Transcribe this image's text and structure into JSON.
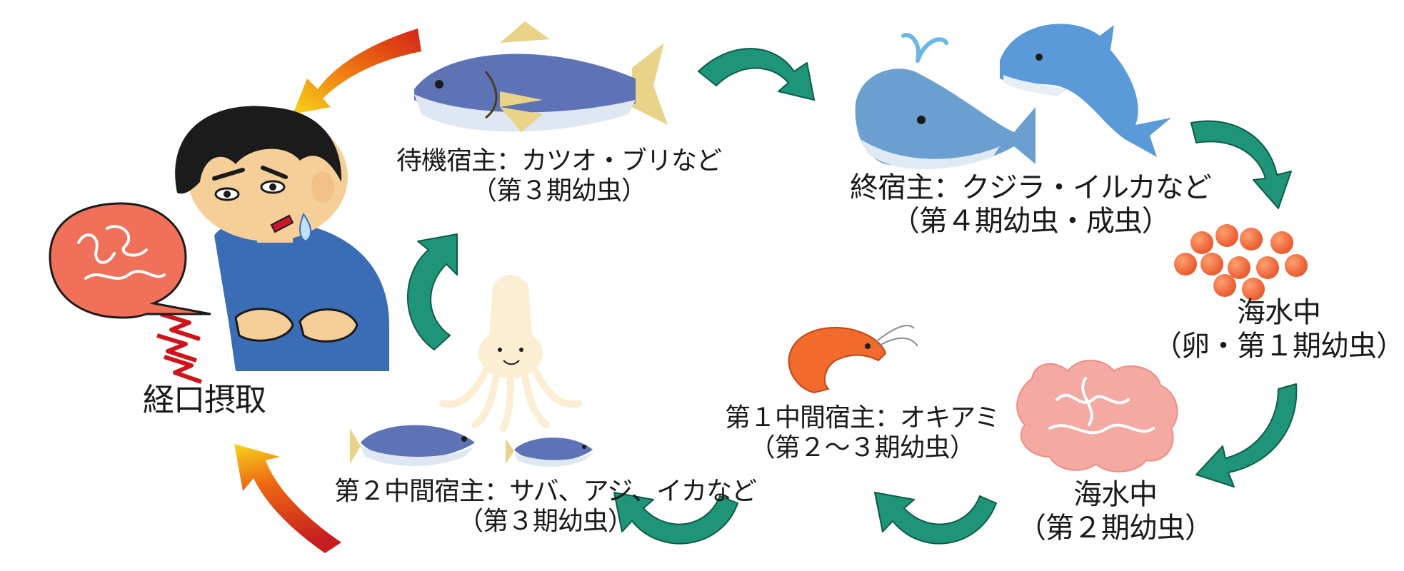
{
  "diagram": {
    "intake_label": "経口摂取",
    "paratenic_host": {
      "name": "待機宿主：カツオ・ブリなど",
      "stage": "（第３期幼虫）"
    },
    "final_host": {
      "name": "終宿主：クジラ・イルカなど",
      "stage": "（第４期幼虫・成虫）"
    },
    "seawater_eggs": {
      "name": "海水中",
      "stage": "（卵・第１期幼虫）"
    },
    "seawater_larvae": {
      "name": "海水中",
      "stage": "（第２期幼虫）"
    },
    "first_intermediate_host": {
      "name": "第１中間宿主：オキアミ",
      "stage": "（第２～３期幼虫）"
    },
    "second_intermediate_host": {
      "name": "第２中間宿主：サバ、アジ、イカなど",
      "stage": "（第３期幼虫）"
    }
  },
  "colors": {
    "cycle_arrow": "#1e9478",
    "intake_arrow_start": "#f7d51c",
    "intake_arrow_end": "#d42218",
    "fish_blue": "#5d73b5",
    "whale_blue": "#6b9fd0",
    "egg_orange": "#ef6a2c"
  }
}
